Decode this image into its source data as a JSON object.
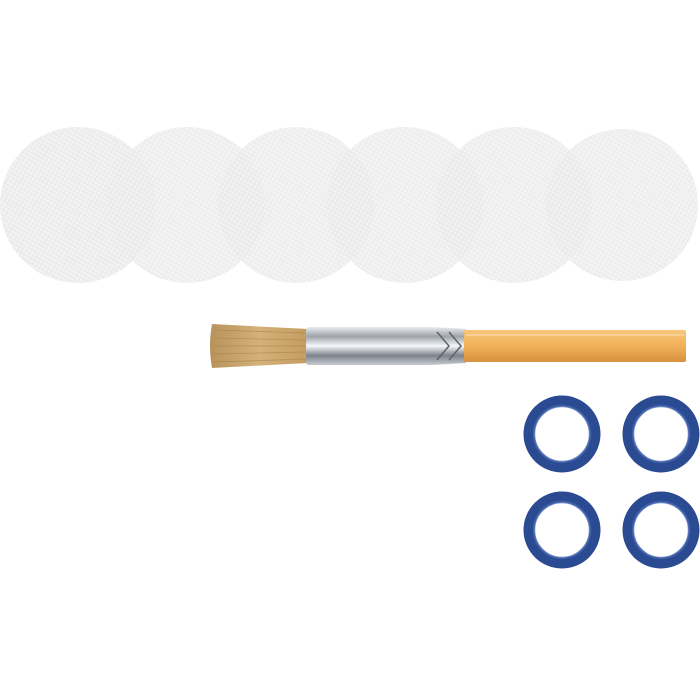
{
  "scene": {
    "background_color": "#ffffff",
    "items": [
      {
        "name": "mesh-screen",
        "count": 6,
        "color": "#e6e6e6"
      },
      {
        "name": "cleaning-brush",
        "count": 1,
        "bristle_color": "#c9a66b",
        "ferrule_color": "#b8bcc4",
        "handle_color": "#f0b35f"
      },
      {
        "name": "o-ring",
        "count": 4,
        "color": "#2a4a92"
      }
    ]
  }
}
